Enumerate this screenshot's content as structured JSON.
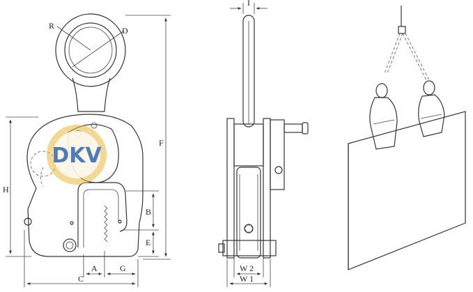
{
  "diagram": {
    "front_view": {
      "watermark_text": "DKV",
      "dimension_labels": {
        "R": "R",
        "D": "D",
        "F": "F",
        "H": "H",
        "B": "B",
        "E": "E",
        "A": "A",
        "G": "G",
        "C": "C"
      }
    },
    "side_view": {
      "dimension_labels": {
        "I": "I",
        "W2": "W 2",
        "W1": "W 1"
      }
    },
    "colors": {
      "line": "#333333",
      "watermark": "#4f7bb8",
      "watermark_ring": "#e9b63d",
      "background": "#ffffff"
    }
  }
}
